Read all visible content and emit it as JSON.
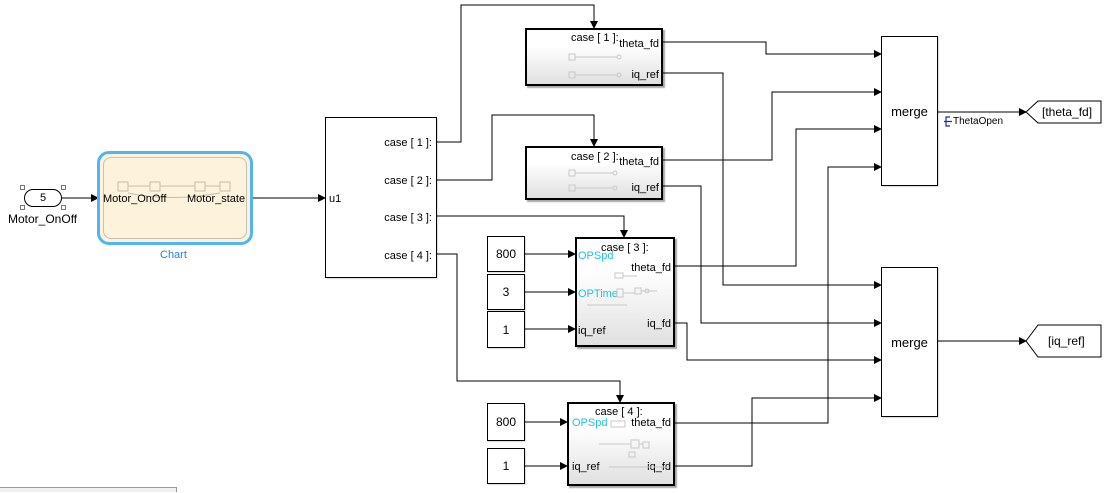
{
  "inport": {
    "value": "5",
    "label": "Motor_OnOff"
  },
  "chart": {
    "name": "Chart",
    "in_port": "Motor_OnOff",
    "out_port": "Motor_state"
  },
  "switch_case": {
    "input": "u1",
    "cases": [
      "case [ 1 ]:",
      "case [ 2 ]:",
      "case [ 3 ]:",
      "case [ 4 ]:"
    ]
  },
  "subsystems": {
    "case1": {
      "title": "case [ 1 ]:",
      "out1": "theta_fd",
      "out2": "iq_ref"
    },
    "case2": {
      "title": "case [ 2 ]:",
      "out1": "theta_fd",
      "out2": "iq_ref"
    },
    "case3": {
      "title": "case [ 3 ]:",
      "in1": "OPSpd",
      "in2": "OPTime",
      "in3": "iq_ref",
      "out1": "theta_fd",
      "out2": "iq_fd"
    },
    "case4": {
      "title": "case [ 4 ]:",
      "in1": "OPSpd",
      "in2": "iq_ref",
      "out1": "theta_fd",
      "out2": "iq_fd"
    }
  },
  "constants": {
    "c3_spd": "800",
    "c3_time": "3",
    "c3_iq": "1",
    "c4_spd": "800",
    "c4_iq": "1"
  },
  "merges": {
    "top": "merge",
    "bottom": "merge"
  },
  "signal_label": "ThetaOpen",
  "gotos": {
    "theta": "[theta_fd]",
    "iq": "[iq_ref]"
  },
  "colors": {
    "chart_border": "#52b4f0",
    "chart_fill": "#fdf3dc",
    "port_label": "#1ec5d4",
    "signal_name": "#1a2fa0"
  }
}
